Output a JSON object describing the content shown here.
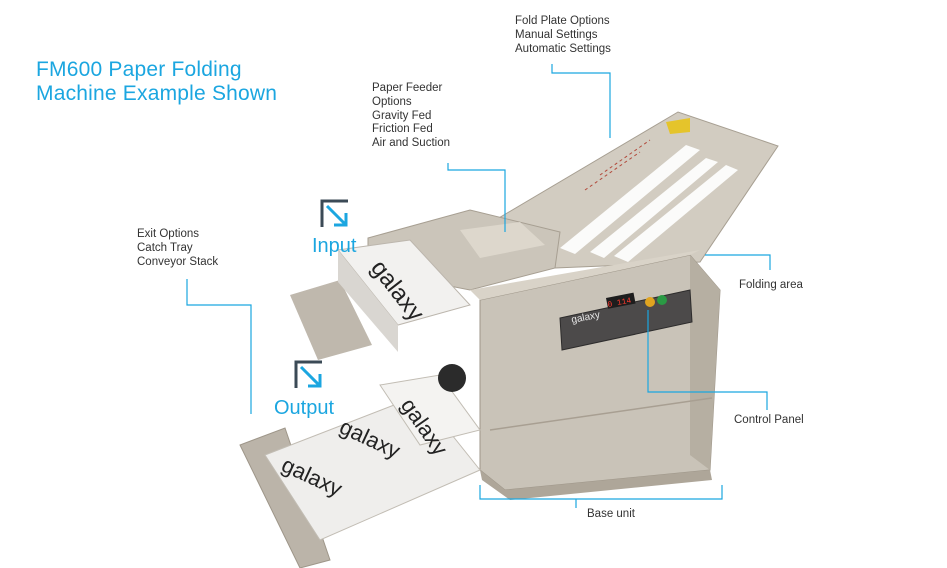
{
  "title": {
    "line1": "FM600 Paper Folding",
    "line2": "Machine Example Shown"
  },
  "callouts": {
    "fold_plate": [
      "Fold Plate Options",
      "Manual Settings",
      "Automatic Settings"
    ],
    "paper_feeder": [
      "Paper Feeder",
      "Options",
      "Gravity Fed",
      "Friction Fed",
      "Air and Suction"
    ],
    "exit_options": [
      "Exit Options",
      "Catch Tray",
      "Conveyor Stack"
    ],
    "folding_area": "Folding area",
    "control_panel": "Control Panel",
    "base_unit": "Base unit",
    "input": "Input",
    "output": "Output"
  },
  "machine": {
    "brand": "galaxy",
    "display_readout": "0 114"
  },
  "colors": {
    "accent": "#1ba6e0",
    "arrow_icon": "#3b4a56",
    "machine_body": "#c9c3b8",
    "text": "#333333"
  },
  "icons": {
    "input": "arrow-down-right-icon",
    "output": "arrow-down-right-icon"
  }
}
